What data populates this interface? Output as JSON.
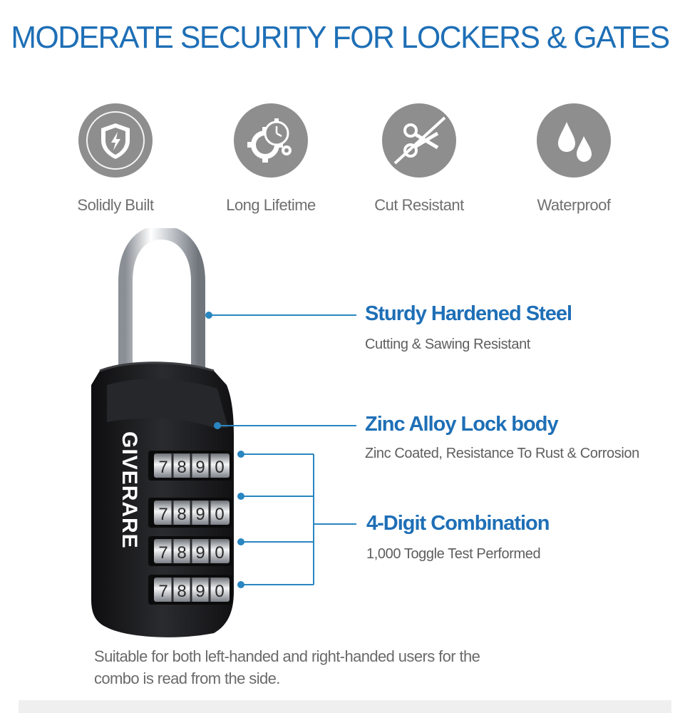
{
  "headline": "MODERATE  SECURITY FOR LOCKERS & GATES",
  "features": [
    {
      "label": "Solidly Built",
      "icon": "shield-lightning-icon"
    },
    {
      "label": "Long Lifetime",
      "icon": "gear-stopwatch-icon"
    },
    {
      "label": "Cut Resistant",
      "icon": "scissors-crossed-icon"
    },
    {
      "label": "Waterproof",
      "icon": "water-drops-icon"
    }
  ],
  "callouts": [
    {
      "title": "Sturdy Hardened Steel",
      "subtitle": "Cutting & Sawing Resistant"
    },
    {
      "title": "Zinc Alloy Lock body",
      "subtitle": "Zinc Coated, Resistance To Rust & Corrosion"
    },
    {
      "title": "4-Digit Combination",
      "subtitle": "1,000 Toggle Test Performed"
    }
  ],
  "lock": {
    "brand": "GIVERARE",
    "dials": [
      [
        "7",
        "8",
        "9",
        "0"
      ],
      [
        "7",
        "8",
        "9",
        "0"
      ],
      [
        "7",
        "8",
        "9",
        "0"
      ],
      [
        "7",
        "8",
        "9",
        "0"
      ]
    ]
  },
  "footnote": {
    "line1": "Suitable for both left-handed and right-handed users for the",
    "line2": "combo is read from the side."
  },
  "colors": {
    "accent": "#1e6fb6",
    "callout_line": "#2a86c0",
    "icon_bg": "#8e8e8e",
    "lock_body": "#1c1c1e"
  }
}
